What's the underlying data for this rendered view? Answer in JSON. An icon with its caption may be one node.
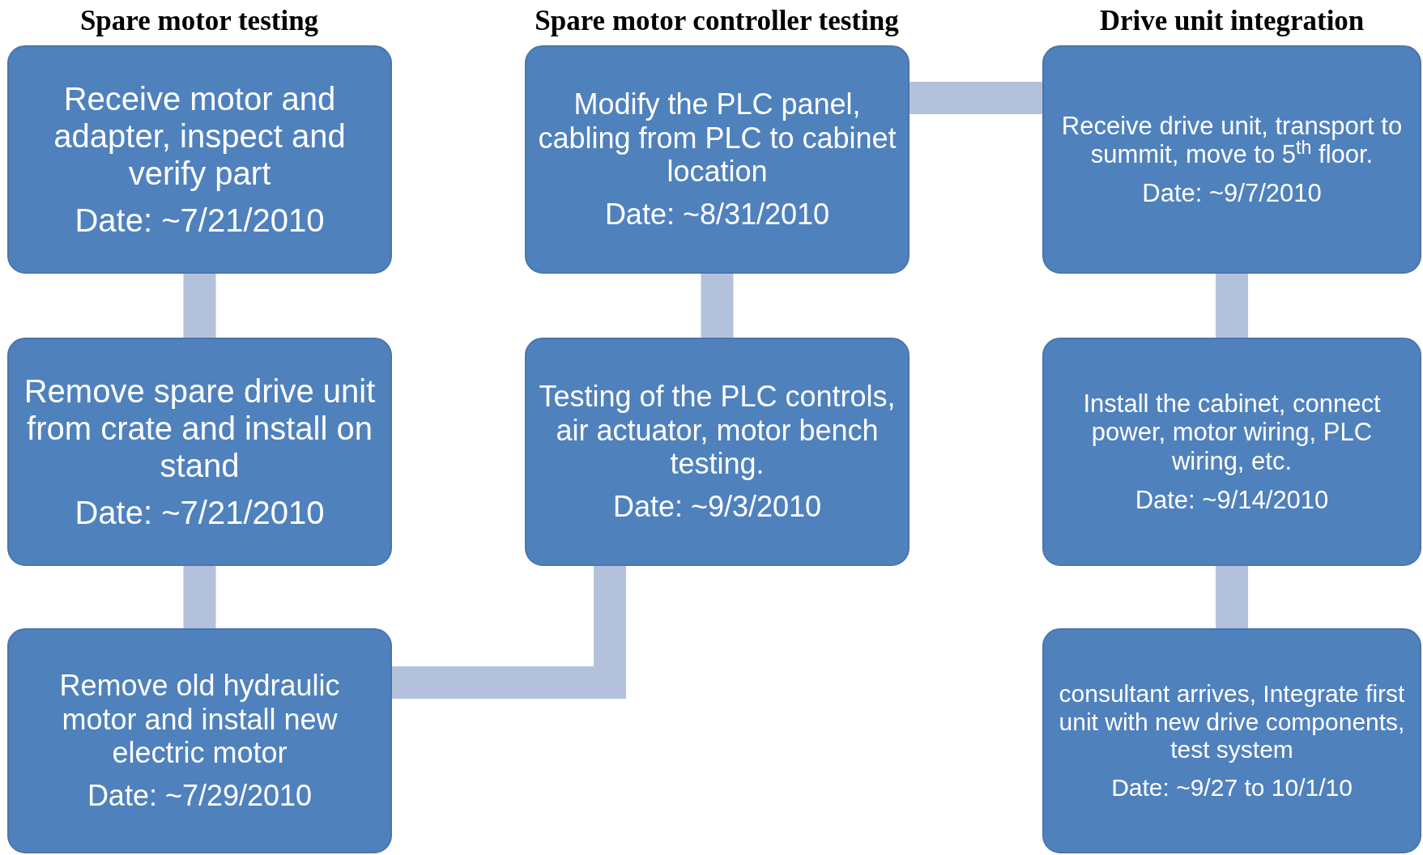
{
  "diagram": {
    "nodes": [
      {
        "text": [
          "Receive motor and adapter, inspect and verify part",
          "Date: ~7/21/2010"
        ]
      },
      {
        "text": [
          "Remove spare drive unit from crate and install on stand",
          "Date: ~7/21/2010"
        ]
      },
      {
        "text": [
          "Remove old hydraulic motor and install new electric motor",
          "Date: ~7/29/2010"
        ]
      },
      {
        "text": [
          "Modify the PLC panel, cabling from PLC to cabinet location",
          "Date: ~8/31/2010"
        ]
      },
      {
        "text": [
          "Testing of the PLC controls, air actuator, motor bench testing.",
          "Date: ~9/3/2010"
        ]
      },
      {
        "text": [
          "Receive drive unit, transport to summit, move to 5$^{th}$ floor.",
          "Date: ~9/7/2010"
        ]
      },
      {
        "text": [
          "Install the cabinet, connect power, motor wiring, PLC wiring, etc.",
          "Date: ~9/14/2010"
        ]
      },
      {
        "text": [
          "consultant arrives, Integrate first unit with new drive components, test system",
          "Date: ~9/27 to 10/1/10"
        ]
      }
    ],
    "edges": [
      {
        "from": 0,
        "to": 1,
        "arrow": "none"
      },
      {
        "from": 1,
        "to": 2,
        "arrow": "none"
      },
      {
        "from": 2,
        "to": 4,
        "arrow": "none"
      },
      {
        "from": 4,
        "to": 3,
        "arrow": "none"
      },
      {
        "from": 3,
        "to": 5,
        "arrow": "none"
      },
      {
        "from": 5,
        "to": 6,
        "arrow": "none"
      },
      {
        "from": 6,
        "to": 7,
        "arrow": "none"
      }
    ],
    "labels": [
      "Spare motor testing",
      "Spare motor controller testing",
      "Drive unit integration"
    ]
  }
}
